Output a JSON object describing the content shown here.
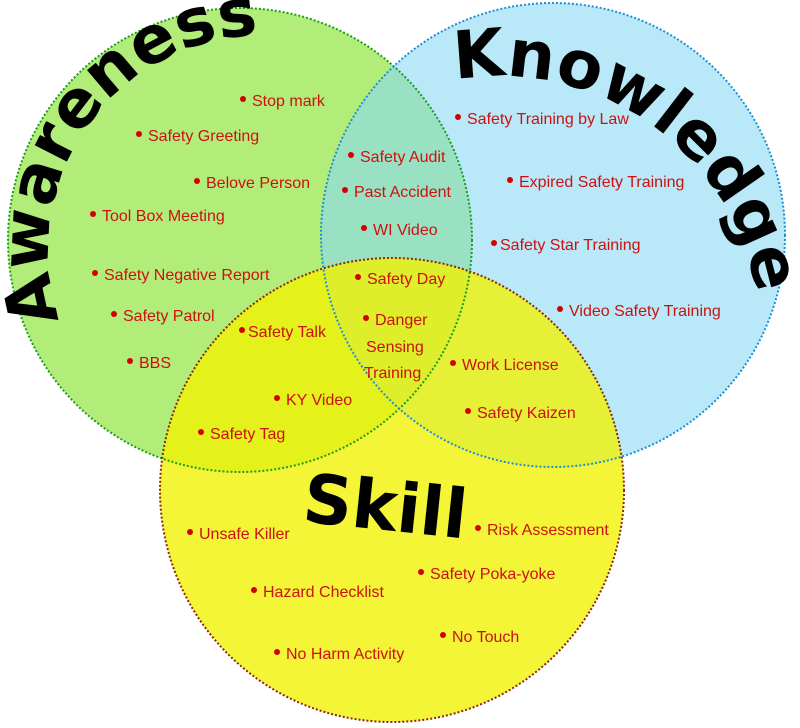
{
  "diagram": {
    "circles": [
      {
        "id": "awareness",
        "title": "Awareness",
        "fill": "#7fe020",
        "stroke": "#1a9e1a"
      },
      {
        "id": "knowledge",
        "title": "Knowledge",
        "fill": "#8ad8f5",
        "stroke": "#1b8fd6"
      },
      {
        "id": "skill",
        "title": "Skill",
        "fill": "#f2f200",
        "stroke": "#8a2a00"
      }
    ],
    "items": {
      "stop_mark": "Stop mark",
      "safety_greeting": "Safety Greeting",
      "belove_person": "Belove Person",
      "tool_box_meeting": "Tool Box Meeting",
      "safety_negative_report": "Safety Negative Report",
      "safety_patrol": "Safety Patrol",
      "bbs": "BBS",
      "safety_training_by_law": "Safety Training by Law",
      "expired_safety_training": "Expired Safety Training",
      "safety_star_training": "Safety Star Training",
      "video_safety_training": "Video Safety Training",
      "safety_audit": "Safety Audit",
      "past_accident": "Past Accident",
      "wi_video": "WI Video",
      "safety_day": "Safety Day",
      "danger_sensing_line1": "Danger",
      "danger_sensing_line2": "Sensing",
      "danger_sensing_line3": "Training",
      "safety_talk": "Safety Talk",
      "ky_video": "KY Video",
      "safety_tag": "Safety Tag",
      "work_license": "Work License",
      "safety_kaizen": "Safety Kaizen",
      "unsafe_killer": "Unsafe Killer",
      "hazard_checklist": "Hazard Checklist",
      "no_harm_activity": "No Harm Activity",
      "risk_assessment": "Risk Assessment",
      "safety_poka_yoke": "Safety Poka-yoke",
      "no_touch": "No Touch"
    }
  }
}
